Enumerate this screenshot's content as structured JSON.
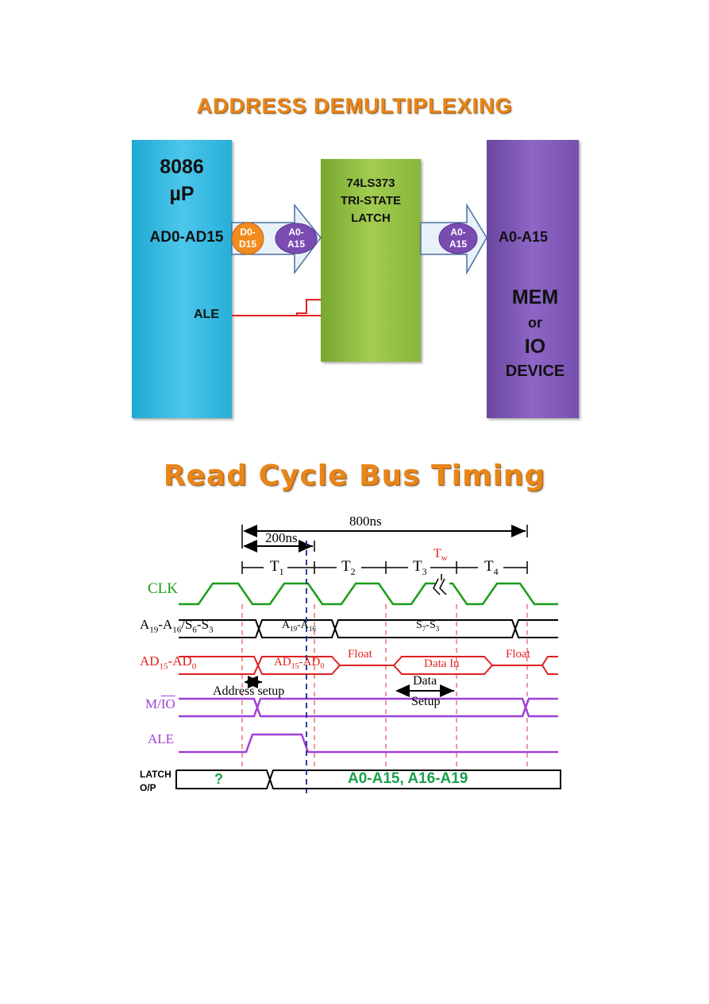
{
  "titles": {
    "demux": "ADDRESS DEMULTIPLEXING",
    "timing": "Read Cycle Bus Timing"
  },
  "demux": {
    "cpu": {
      "line1": "8086",
      "line2": "µP",
      "bus_label": "AD0-AD15",
      "ale_label": "ALE"
    },
    "latch": {
      "line1": "74LS373",
      "line2": "TRI-STATE",
      "line3": "LATCH"
    },
    "memory": {
      "bus_label": "A0-A15",
      "line1": "MEM",
      "line2": "or",
      "line3": "IO",
      "line4": "DEVICE"
    },
    "ovals": {
      "data": "D0-\nD15",
      "addr_in": "A0-\nA15",
      "addr_out": "A0-\nA15"
    }
  },
  "timing": {
    "total_period": "800ns",
    "t_period": "200ns",
    "states": [
      "T1",
      "T2",
      "T3",
      "Tw",
      "T4"
    ],
    "signals": {
      "clk": "CLK",
      "a19": "A19-A16/S6-S3",
      "ad": "AD15-AD0",
      "mio": "M/IO",
      "ale": "ALE",
      "latch": "LATCH\nO/P"
    },
    "bus_values": {
      "a19_addr": "A19-A16",
      "a19_status": "S7-S3",
      "ad_addr": "AD15-AD0",
      "ad_float1": "Float",
      "ad_data": "Data In",
      "ad_float2": "Float",
      "latch_unknown": "?",
      "latch_valid": "A0-A15, A16-A19"
    },
    "annotations": {
      "address_setup": "Address setup",
      "data_setup_1": "Data",
      "data_setup_2": "Setup"
    }
  },
  "colors": {
    "title": "#e8861a",
    "cpu": "#3bbde4",
    "latch": "#96c246",
    "memory": "#8460bc",
    "clk": "#1a9e1a",
    "ad_bus": "#e02020",
    "mio": "#a040d8",
    "latch_text": "#1aa14a"
  }
}
